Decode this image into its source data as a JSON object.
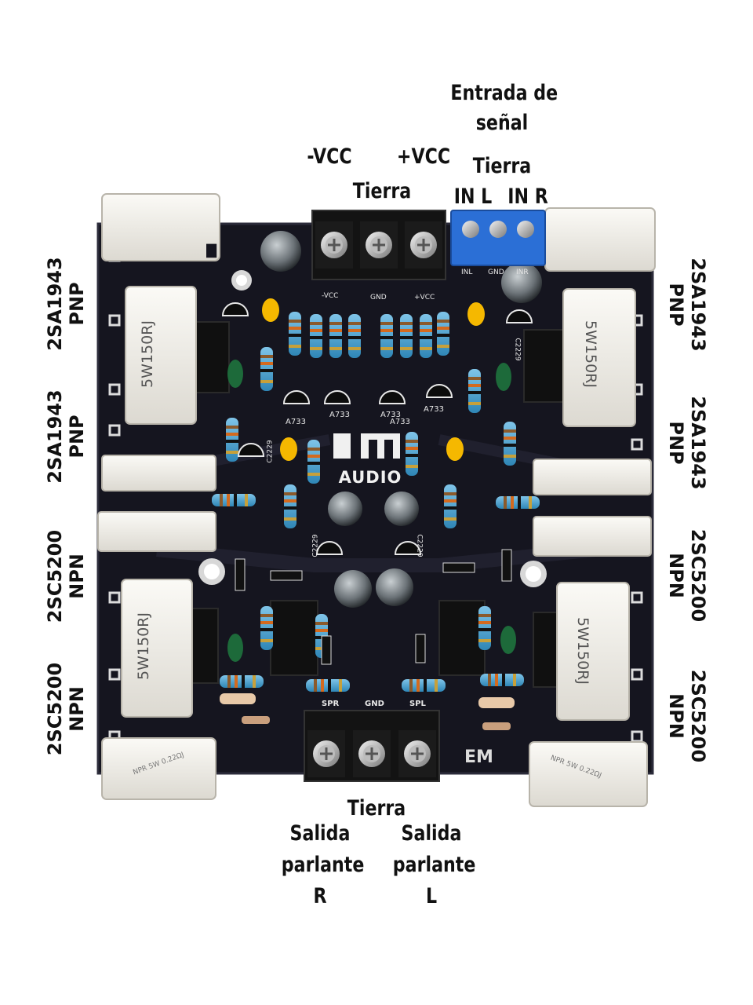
{
  "labels": {
    "entrada_line1": "Entrada de",
    "entrada_line2": "señal",
    "minus_vcc": "-VCC",
    "plus_vcc": "+VCC",
    "tierra_power": "Tierra",
    "tierra_signal": "Tierra",
    "in_l": "IN L",
    "in_r": "IN R",
    "tierra_output": "Tierra",
    "salida_r": [
      "Salida",
      "parlante",
      "R"
    ],
    "salida_l": [
      "Salida",
      "parlante",
      "L"
    ]
  },
  "transistors_left": [
    {
      "model": "2SA1943",
      "type": "PNP"
    },
    {
      "model": "2SA1943",
      "type": "PNP"
    },
    {
      "model": "2SC5200",
      "type": "NPN"
    },
    {
      "model": "2SC5200",
      "type": "NPN"
    }
  ],
  "transistors_right": [
    {
      "model": "2SA1943",
      "type": "PNP"
    },
    {
      "model": "2SA1943",
      "type": "PNP"
    },
    {
      "model": "2SC5200",
      "type": "NPN"
    },
    {
      "model": "2SC5200",
      "type": "NPN"
    }
  ],
  "board": {
    "logo_main": "EM",
    "logo_sub": "AUDIO",
    "logo_corner": "EM",
    "power_silk": [
      "-VCC",
      "GND",
      "+VCC"
    ],
    "input_silk": [
      "INL",
      "GND",
      "INR"
    ],
    "output_silk": [
      "SPR",
      "GND",
      "SPL"
    ],
    "transistor_silk": [
      "A733",
      "A733",
      "A733",
      "A733",
      "A733"
    ],
    "cap_silk": [
      "C2229",
      "C2229",
      "C2229",
      "C2229"
    ],
    "resistor_marking": "5W150RJ",
    "small_resistor_marking": "NPR 5W 0.22ΩJ",
    "colors": {
      "pcb": "#15151f",
      "terminal_blue": "#2b6fd6",
      "resistor_blue": "#49a7d6",
      "ceramic": "#f2f0ea"
    }
  }
}
